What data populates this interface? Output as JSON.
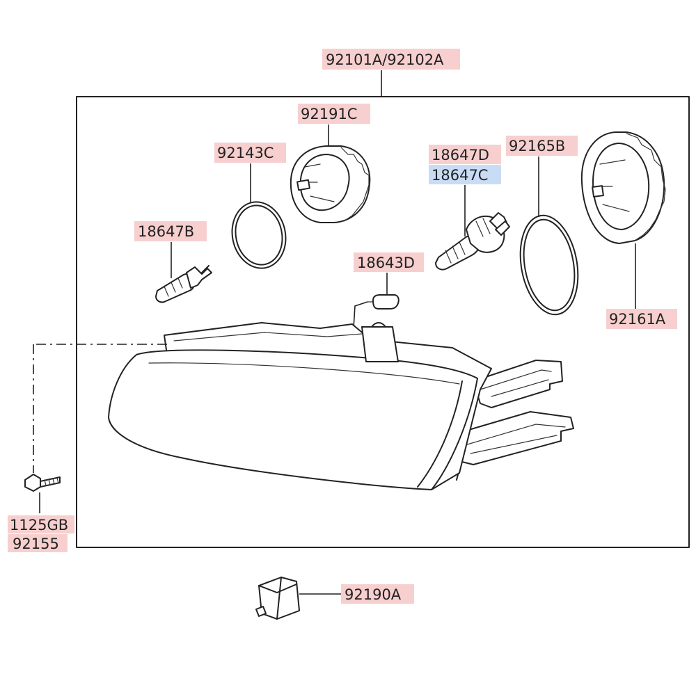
{
  "callouts": {
    "assembly": "92101A/92102A",
    "cap_left": "92191C",
    "seal_left": "92143C",
    "bulb_left": "18647B",
    "bulb_right_a": "18647D",
    "bulb_right_b": "18647C",
    "seal_right": "92165B",
    "cap_right": "92161A",
    "side_bulb": "18643D",
    "screw_a": "1125GB",
    "screw_b": "92155",
    "actuator": "92190A"
  },
  "colors": {
    "label_highlight": "#f7cfcf",
    "label_highlight_alt": "#c9dcf5",
    "line": "#222222"
  }
}
